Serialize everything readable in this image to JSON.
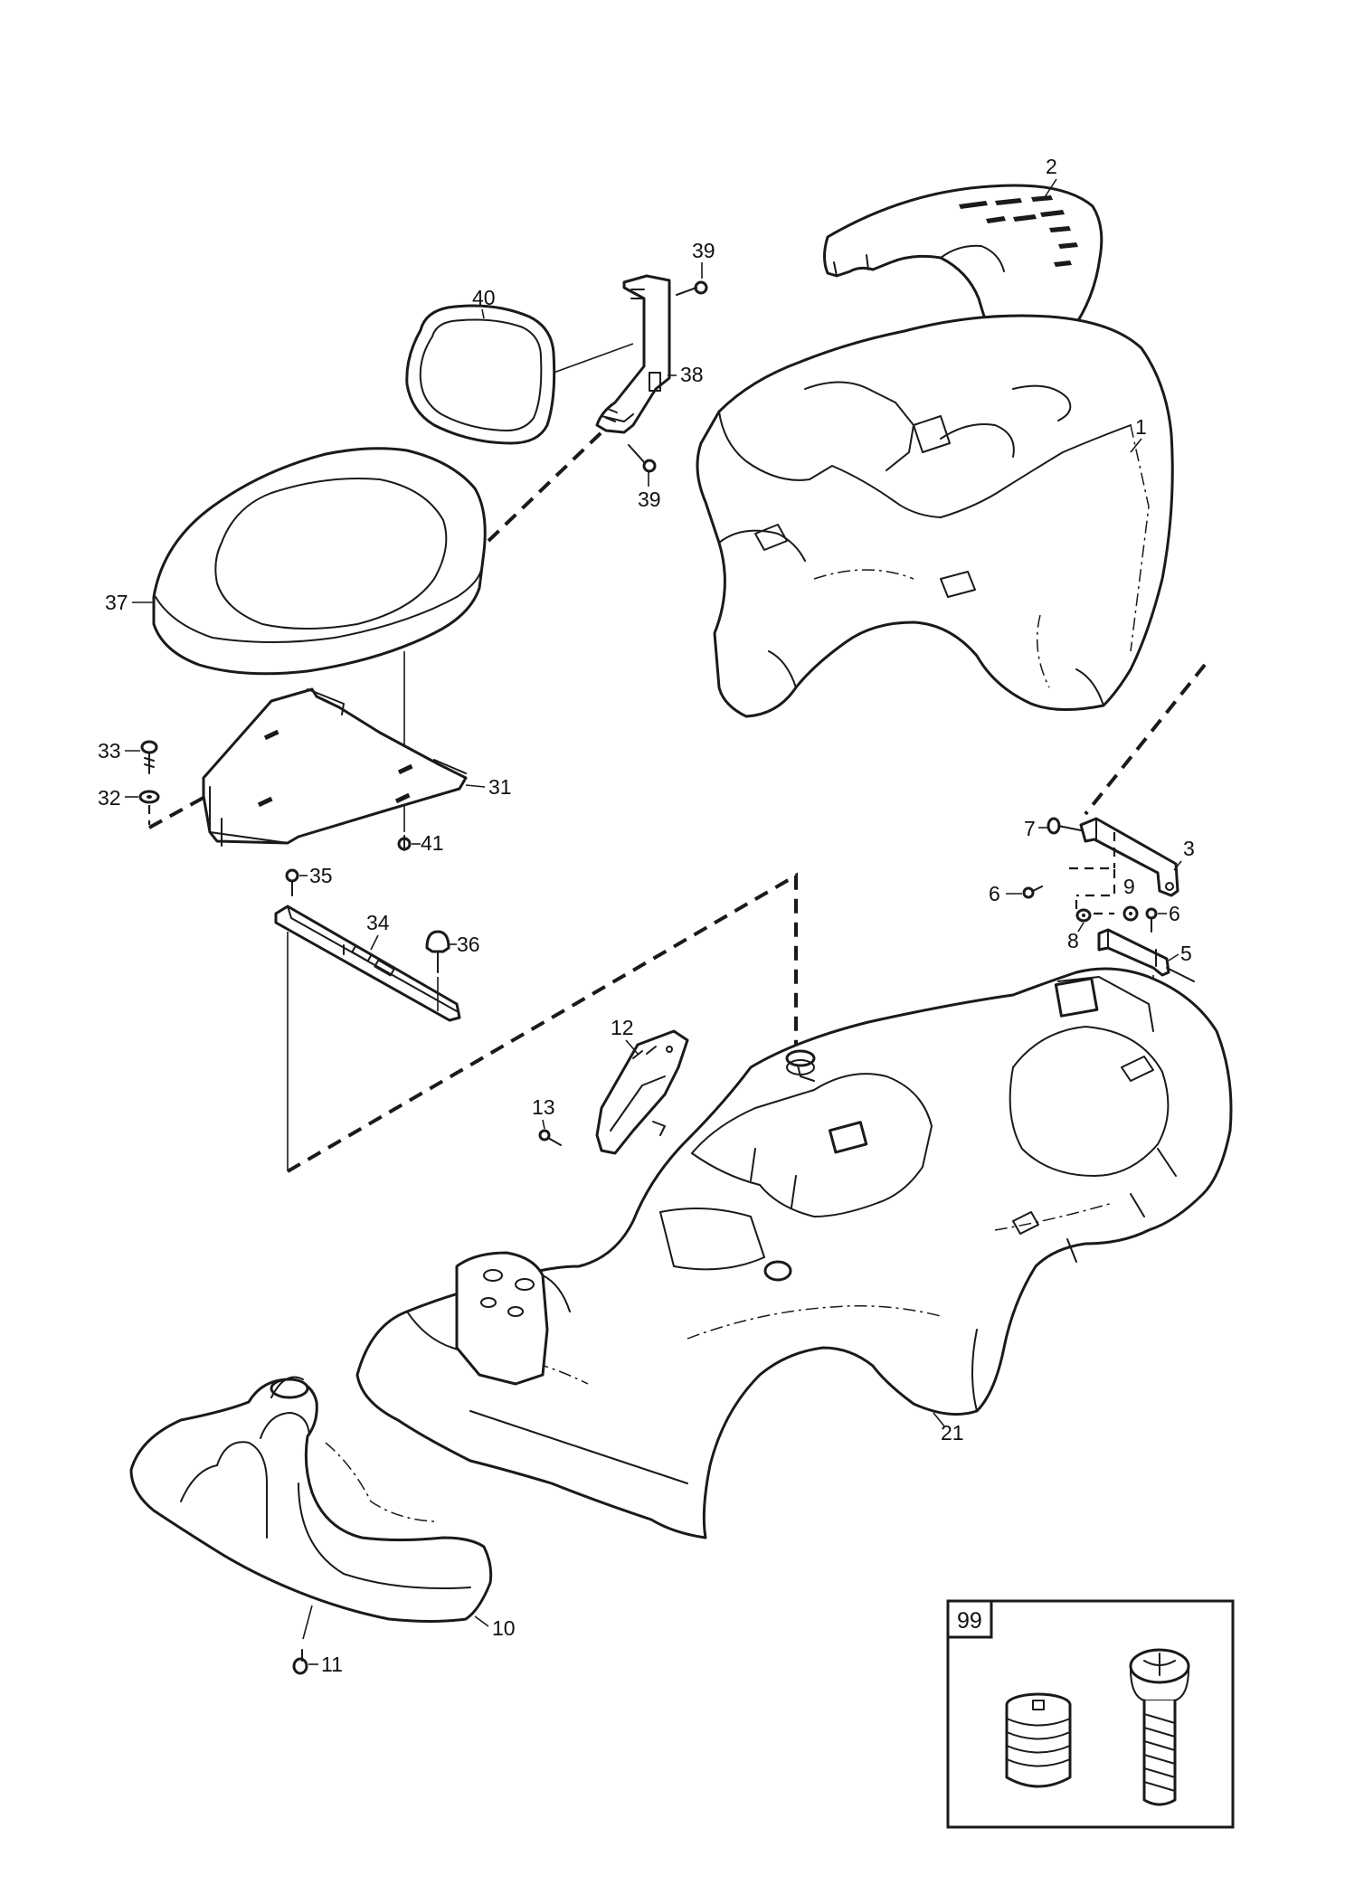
{
  "callouts": {
    "p1": "1",
    "p2": "2",
    "p3": "3",
    "p5": "5",
    "p6a": "6",
    "p6b": "6",
    "p7": "7",
    "p8": "8",
    "p9": "9",
    "p10": "10",
    "p11": "11",
    "p12": "12",
    "p13": "13",
    "p21": "21",
    "p31": "31",
    "p32": "32",
    "p33": "33",
    "p34": "34",
    "p35": "35",
    "p36": "36",
    "p37": "37",
    "p38": "38",
    "p39a": "39",
    "p39b": "39",
    "p40": "40",
    "p41": "41"
  },
  "kit_box": {
    "label": "99"
  },
  "colors": {
    "line": "#1a1a1a",
    "background": "#ffffff"
  }
}
